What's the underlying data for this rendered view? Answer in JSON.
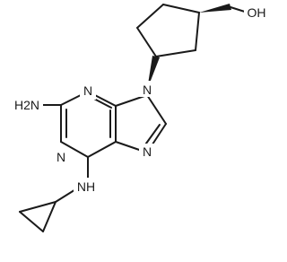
{
  "molecule": {
    "atoms": {
      "n3": "N",
      "n1": "N",
      "n9": "N",
      "n7": "N",
      "nh2": "H2N",
      "nh": "NH",
      "oh": "OH"
    }
  },
  "colors": {
    "ink": "#1a1a1a",
    "background": "#ffffff"
  }
}
